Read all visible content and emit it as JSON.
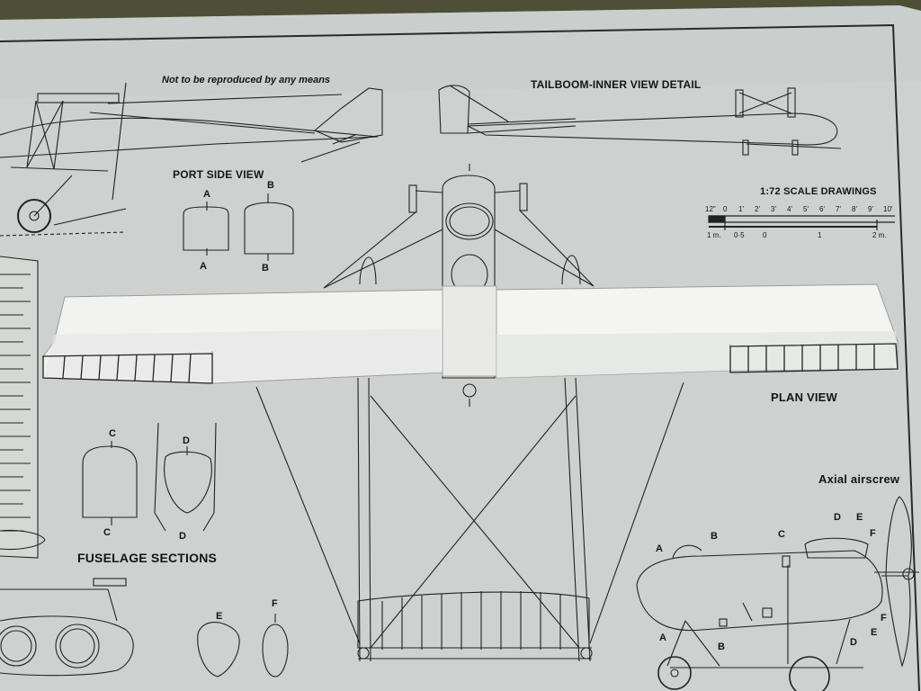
{
  "headings": {
    "notice": "Not to be reproduced by any means",
    "tailboom": "TAILBOOM-INNER VIEW DETAIL",
    "port_side": "PORT SIDE VIEW",
    "scale": "1:72 SCALE DRAWINGS",
    "plan_view": "PLAN VIEW",
    "fuselage_sections": "FUSELAGE SECTIONS",
    "axial_airscrew": "Axial airscrew"
  },
  "scale_bar": {
    "imperial_ticks": [
      "12\"",
      "0",
      "1'",
      "2'",
      "3'",
      "4'",
      "5'",
      "6'",
      "7'",
      "8'",
      "9'",
      "10'"
    ],
    "metric_ticks": [
      "1 m.",
      "0·5",
      "0",
      "1",
      "2 m."
    ]
  },
  "section_letters": {
    "port_a_top": "A",
    "port_a_bottom": "A",
    "port_b_top": "B",
    "port_b_bottom": "B",
    "fus_c_top": "C",
    "fus_c_bottom": "C",
    "fus_d_top": "D",
    "fus_d_bottom": "D",
    "fus_e": "E",
    "fus_f": "F"
  },
  "side_view_letters": {
    "a_top": "A",
    "b_top": "B",
    "c_top": "C",
    "d_top": "D",
    "e_top": "E",
    "f_right": "F",
    "a_bottom": "A",
    "b_bottom": "B",
    "d_bottom": "D",
    "e_bottom": "E",
    "f_bottom": "F"
  }
}
